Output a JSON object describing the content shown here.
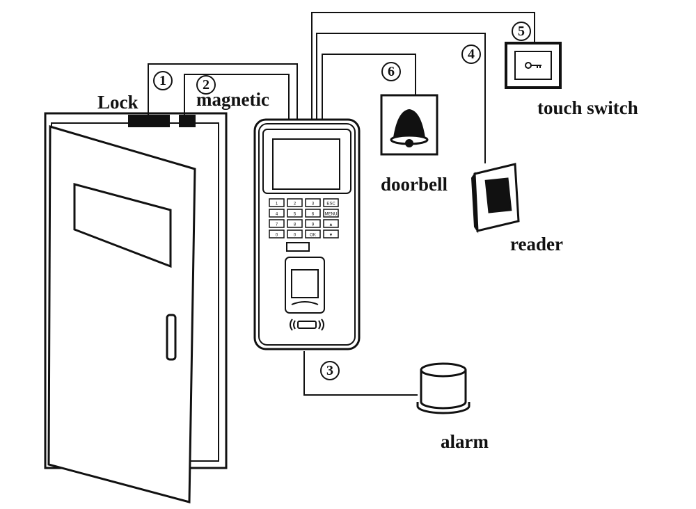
{
  "labels": {
    "lock": "Lock",
    "magnetic": "magnetic",
    "doorbell": "doorbell",
    "touch_switch": "touch switch",
    "reader": "reader",
    "alarm": "alarm"
  },
  "connections": [
    "1",
    "2",
    "3",
    "4",
    "5",
    "6"
  ],
  "keypad": [
    "1",
    "2",
    "3",
    "ESC",
    "4",
    "5",
    "6",
    "MENU",
    "7",
    "8",
    "9",
    "▲",
    "0",
    "0",
    "OK",
    "▼"
  ],
  "colors": {
    "line": "#111111",
    "background": "#ffffff"
  }
}
